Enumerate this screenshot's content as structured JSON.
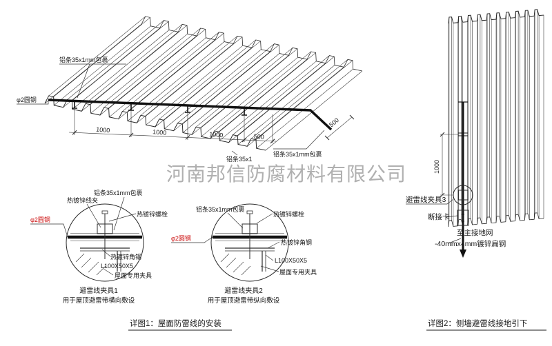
{
  "watermark": "河南邦信防腐材料有限公司",
  "roof": {
    "label_strip_top": "铝条35x1mm包裹",
    "label_round_steel": "φ2圆钢",
    "label_strip_right": "铝条35x1mm包裹",
    "label_strip_bottom": "铝条35x1",
    "dims": [
      "1000",
      "1000",
      "1000",
      "500"
    ],
    "dim_side": "500"
  },
  "detail1": {
    "label_wire_clip": "热镀锌线夹",
    "label_strip": "铝条35x1mm包裹",
    "label_bolt": "热镀锌螺栓",
    "label_round_steel": "φ2圆钢",
    "label_angle_steel": "热镀锌角钢",
    "label_angle_size": "L100X50X5",
    "label_roof_clamp": "屋面专用夹具",
    "title": "避雷线夹具1",
    "subtitle": "用于屋顶避雷带横向敷设"
  },
  "detail2": {
    "label_strip": "铝条35x1mm包裹",
    "label_bolt": "热镀锌螺栓",
    "label_round_steel": "φ2圆钢",
    "label_angle_steel": "热镀锌角钢",
    "label_angle_size": "L100X50X5",
    "label_roof_clamp": "屋面专用夹具",
    "title": "避雷线夹具2",
    "subtitle": "用于屋顶避雷带纵向敷设"
  },
  "wall": {
    "dim_vertical": "1000",
    "label_clamp": "避雷线夹具3",
    "label_disconnect": "断接卡",
    "label_to_ground": "至主接地网",
    "label_flat_steel": "-40mmx4mm镀锌扁钢"
  },
  "captions": {
    "detail1": "详图1：屋面防雷线的安装",
    "detail2": "详图2：侧墙避雷线接地引下"
  },
  "colors": {
    "line": "#1a1a1a",
    "highlight_red": "#cc1111",
    "watermark_gray": "#a3a3a3"
  }
}
